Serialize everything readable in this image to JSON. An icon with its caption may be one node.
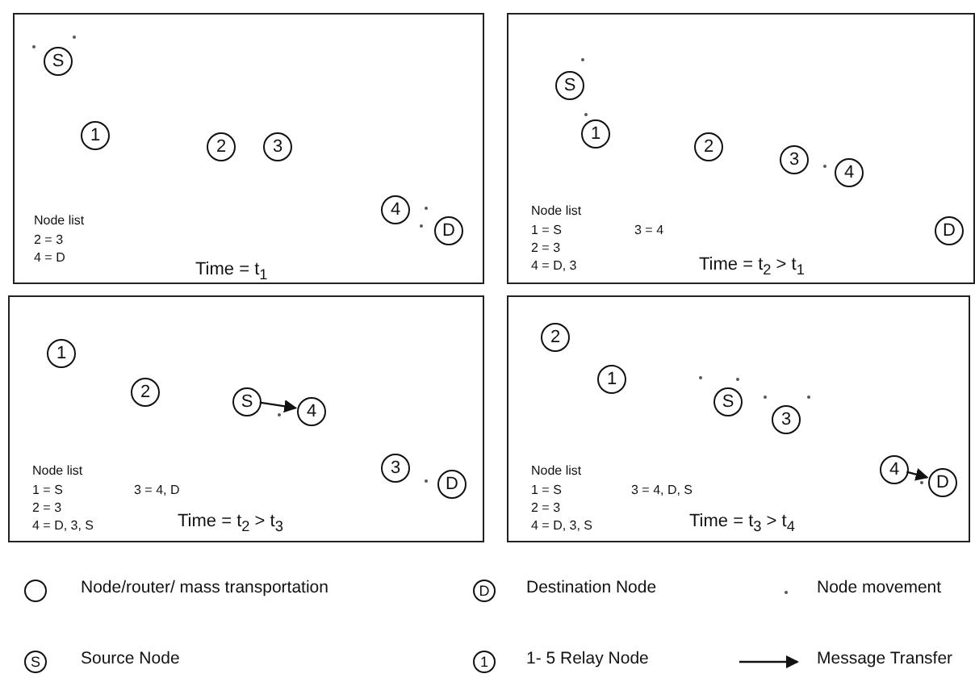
{
  "diagram": {
    "nodes": [
      {
        "text": [
          "Node list",
          "2 = 3",
          "4 = D",
          "Time = t$_{1}$"
        ]
      },
      {
        "text": [
          "S"
        ],
        "in": 0
      },
      {
        "text": [
          "1"
        ],
        "in": 0
      },
      {
        "text": [
          "2"
        ],
        "in": 0
      },
      {
        "text": [
          "3"
        ],
        "in": 0
      },
      {
        "text": [
          "4"
        ],
        "in": 0
      },
      {
        "text": [
          "D"
        ],
        "in": 0
      },
      {
        "text": [
          "Node list",
          "1 = S",
          "3 = 4",
          "2 = 3",
          "4 = D, 3",
          "Time = t$_{2}$ > t$_{1}$"
        ]
      },
      {
        "text": [
          "S"
        ],
        "in": 7
      },
      {
        "text": [
          "1"
        ],
        "in": 7
      },
      {
        "text": [
          "2"
        ],
        "in": 7
      },
      {
        "text": [
          "3"
        ],
        "in": 7
      },
      {
        "text": [
          "4"
        ],
        "in": 7
      },
      {
        "text": [
          "D"
        ],
        "in": 7
      },
      {
        "text": [
          "Node list",
          "1 = S",
          "3 = 4, D",
          "2 = 3",
          "4 = D, 3, S",
          "Time = t$_{2}$ > t$_{3}$"
        ]
      },
      {
        "text": [
          "1"
        ],
        "in": 14
      },
      {
        "text": [
          "2"
        ],
        "in": 14
      },
      {
        "text": [
          "S"
        ],
        "in": 14
      },
      {
        "text": [
          "4"
        ],
        "in": 14
      },
      {
        "text": [
          "3"
        ],
        "in": 14
      },
      {
        "text": [
          "D"
        ],
        "in": 14
      },
      {
        "text": [
          "Node list",
          "1 = S",
          "3 = 4, D, S",
          "2 = 3",
          "4 = D, 3, S",
          "Time = t$_{3}$ > t$_{4}$"
        ]
      },
      {
        "text": [
          "2"
        ],
        "in": 21
      },
      {
        "text": [
          "1"
        ],
        "in": 21
      },
      {
        "text": [
          "S"
        ],
        "in": 21
      },
      {
        "text": [
          "3"
        ],
        "in": 21
      },
      {
        "text": [
          "4"
        ],
        "in": 21
      },
      {
        "text": [
          "D"
        ],
        "in": 21
      }
    ],
    "edges": [
      {
        "from": 17,
        "to": 18,
        "arrow": "to"
      },
      {
        "from": 26,
        "to": 27,
        "arrow": "to"
      }
    ],
    "labels": [
      "D",
      "S",
      "1"
    ],
    "legend": [
      {
        "text": "Node/router/ mass transportation"
      },
      {
        "text": "Destination Node"
      },
      {
        "text": "Node movement"
      },
      {
        "text": "Source Node"
      },
      {
        "text": "1- 5 Relay Node"
      },
      {
        "text": "Message Transfer"
      }
    ]
  }
}
